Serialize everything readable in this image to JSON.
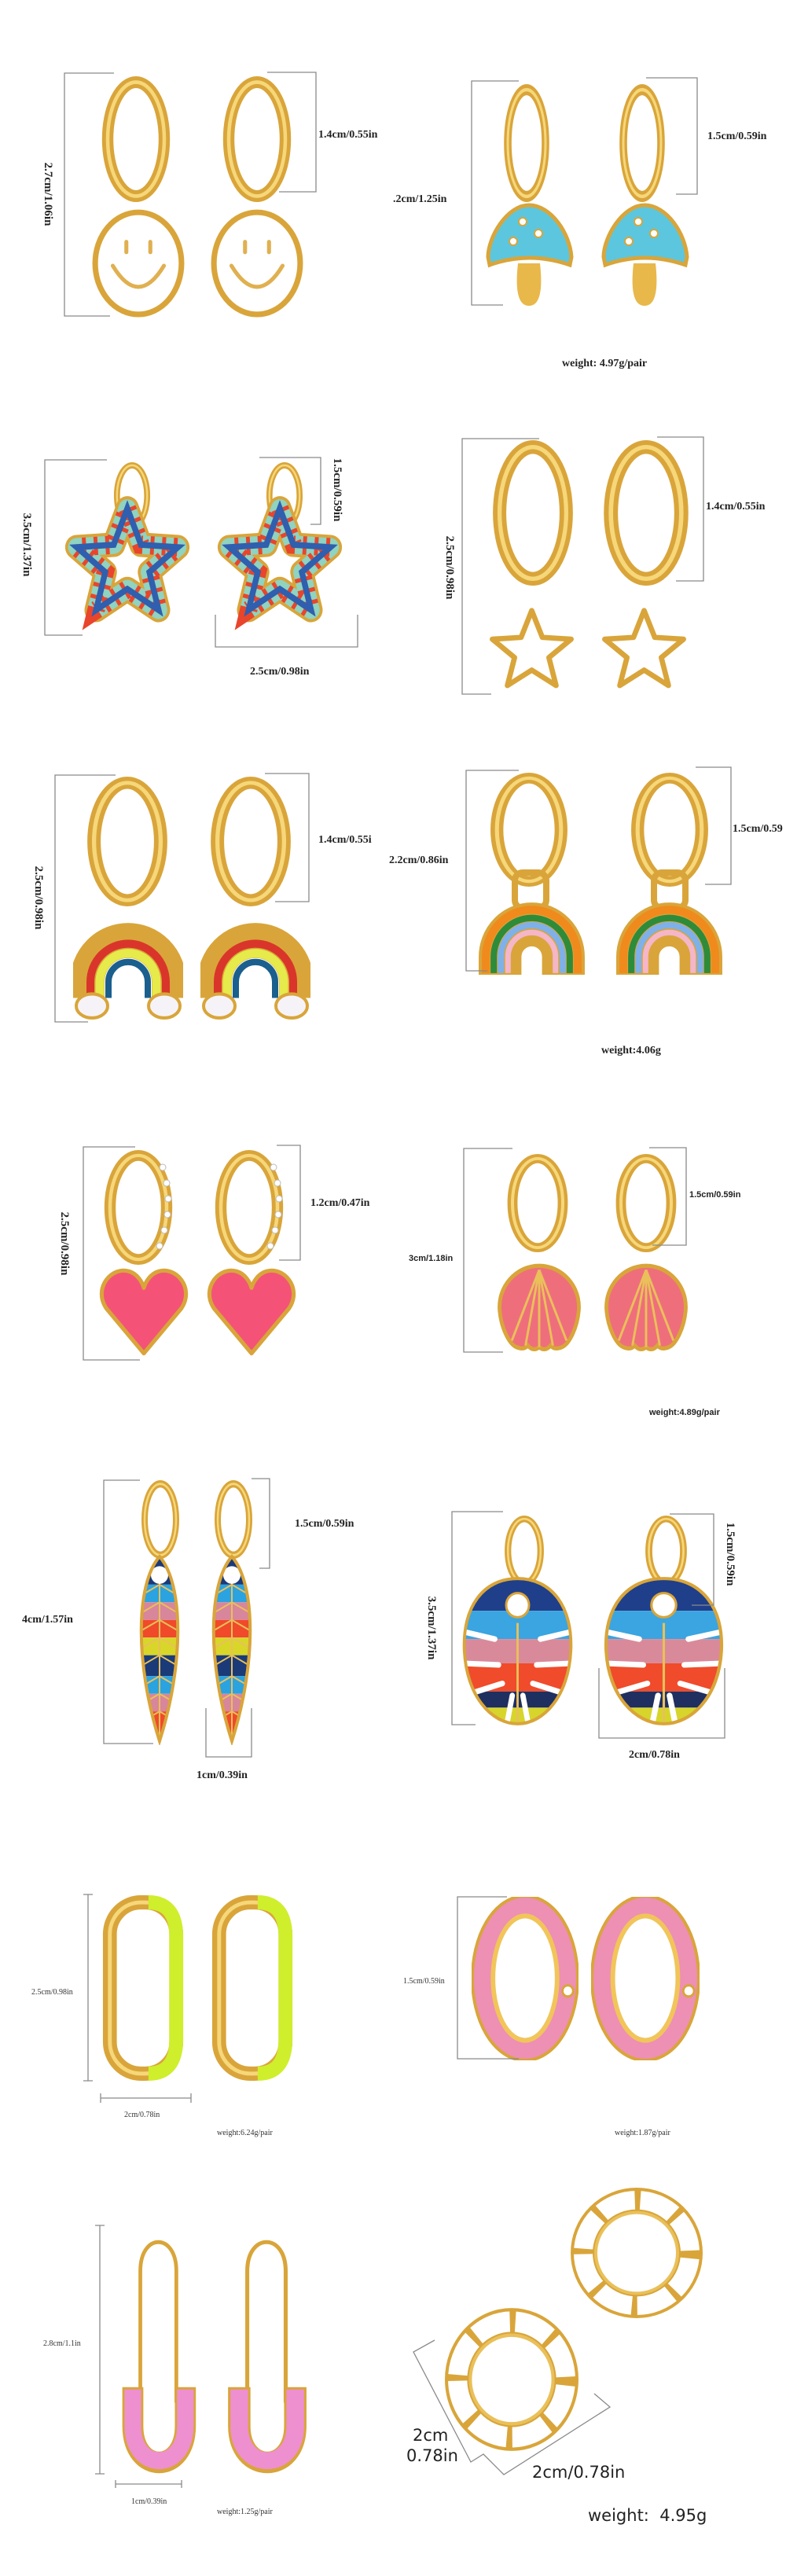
{
  "products": [
    {
      "name": "smiley",
      "total": "2.7cm/1.06in",
      "hoop": "1.4cm/0.55in"
    },
    {
      "name": "mushroom",
      "total": ".2cm/1.25in",
      "hoop": "1.5cm/0.59in",
      "weight": "weight: 4.97g/pair"
    },
    {
      "name": "rainbow-star",
      "total": "3.5cm/1.37in",
      "hoop": "1.5cm/0.59in",
      "width": "2.5cm/0.98in"
    },
    {
      "name": "white-star",
      "total": "2.5cm/0.98in",
      "hoop": "1.4cm/0.55in"
    },
    {
      "name": "rainbow-cloud",
      "total": "2.5cm/0.98in",
      "hoop": "1.4cm/0.55i"
    },
    {
      "name": "rainbow-arch",
      "total": "2.2cm/0.86in",
      "hoop": "1.5cm/0.59",
      "weight": "weight:4.06g"
    },
    {
      "name": "heart",
      "total": "2.5cm/0.98in",
      "hoop": "1.2cm/0.47in"
    },
    {
      "name": "shell",
      "total": "3cm/1.18in",
      "hoop": "1.5cm/0.59in",
      "weight": "weight:4.89g/pair"
    },
    {
      "name": "feather",
      "total": "4cm/1.57in",
      "hoop": "1.5cm/0.59in",
      "width": "1cm/0.39in"
    },
    {
      "name": "monstera-leaf",
      "total": "3.5cm/1.37in",
      "hoop": "1.5cm/0.59in",
      "width": "2cm/0.78in"
    },
    {
      "name": "lime-u-hoop",
      "total": "2.5cm/0.98in",
      "width": "2cm/0.78in",
      "weight": "weight:6.24g/pair"
    },
    {
      "name": "pink-hoop",
      "total": "1.5cm/0.59in",
      "weight": "weight:1.87g/pair"
    },
    {
      "name": "safety-pin",
      "total": "2.8cm/1.1in",
      "width": "1cm/0.39in",
      "weight": "weight:1.25g/pair"
    },
    {
      "name": "white-striped-hoop",
      "height_cm": "2cm",
      "height_in": "0.78in",
      "width": "2cm/0.78in",
      "weight": "weight:  4.95g"
    }
  ],
  "colors": {
    "gold": "#d9a53a",
    "gold_light": "#f6d77a",
    "dimension_line": "#8a8a8a"
  }
}
